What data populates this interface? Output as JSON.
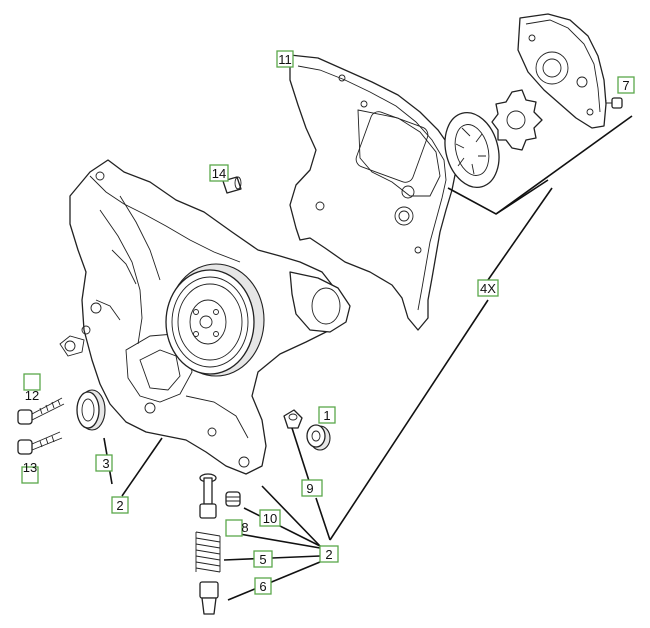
{
  "callouts": {
    "l1": "1",
    "l2a": "2",
    "l2b": "2",
    "l3": "3",
    "l4x": "4X",
    "l5": "5",
    "l6": "6",
    "l7": "7",
    "l8": "8",
    "l9": "9",
    "l10": "10",
    "l11": "11",
    "l12": "12",
    "l13": "13",
    "l14": "14"
  }
}
